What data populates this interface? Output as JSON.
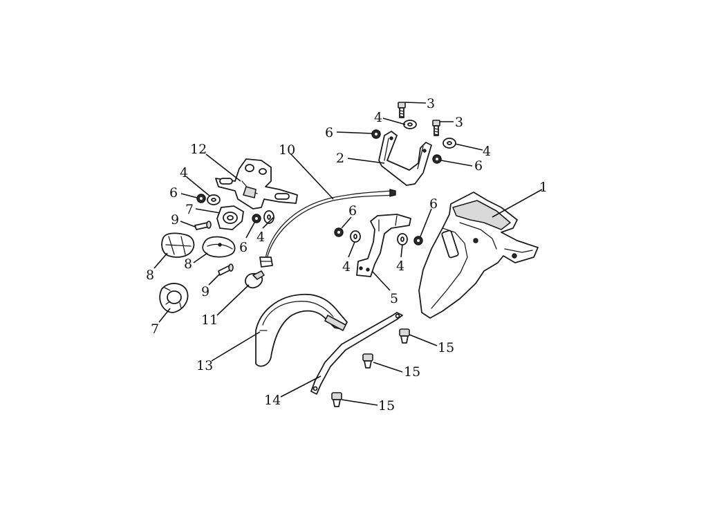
{
  "diagram": {
    "callouts": [
      {
        "id": "c1",
        "text": "1"
      },
      {
        "id": "c2",
        "text": "2"
      },
      {
        "id": "c3a",
        "text": "3"
      },
      {
        "id": "c3b",
        "text": "3"
      },
      {
        "id": "c4a",
        "text": "4"
      },
      {
        "id": "c4b",
        "text": "4"
      },
      {
        "id": "c4c",
        "text": "4"
      },
      {
        "id": "c4d",
        "text": "4"
      },
      {
        "id": "c4e",
        "text": "4"
      },
      {
        "id": "c4f",
        "text": "4"
      },
      {
        "id": "c5",
        "text": "5"
      },
      {
        "id": "c6a",
        "text": "6"
      },
      {
        "id": "c6b",
        "text": "6"
      },
      {
        "id": "c6c",
        "text": "6"
      },
      {
        "id": "c6d",
        "text": "6"
      },
      {
        "id": "c6e",
        "text": "6"
      },
      {
        "id": "c6f",
        "text": "6"
      },
      {
        "id": "c7a",
        "text": "7"
      },
      {
        "id": "c7b",
        "text": "7"
      },
      {
        "id": "c8a",
        "text": "8"
      },
      {
        "id": "c8b",
        "text": "8"
      },
      {
        "id": "c9a",
        "text": "9"
      },
      {
        "id": "c9b",
        "text": "9"
      },
      {
        "id": "c10",
        "text": "10"
      },
      {
        "id": "c11",
        "text": "11"
      },
      {
        "id": "c12",
        "text": "12"
      },
      {
        "id": "c13",
        "text": "13"
      },
      {
        "id": "c14",
        "text": "14"
      },
      {
        "id": "c15a",
        "text": "15"
      },
      {
        "id": "c15b",
        "text": "15"
      },
      {
        "id": "c15c",
        "text": "15"
      }
    ]
  }
}
